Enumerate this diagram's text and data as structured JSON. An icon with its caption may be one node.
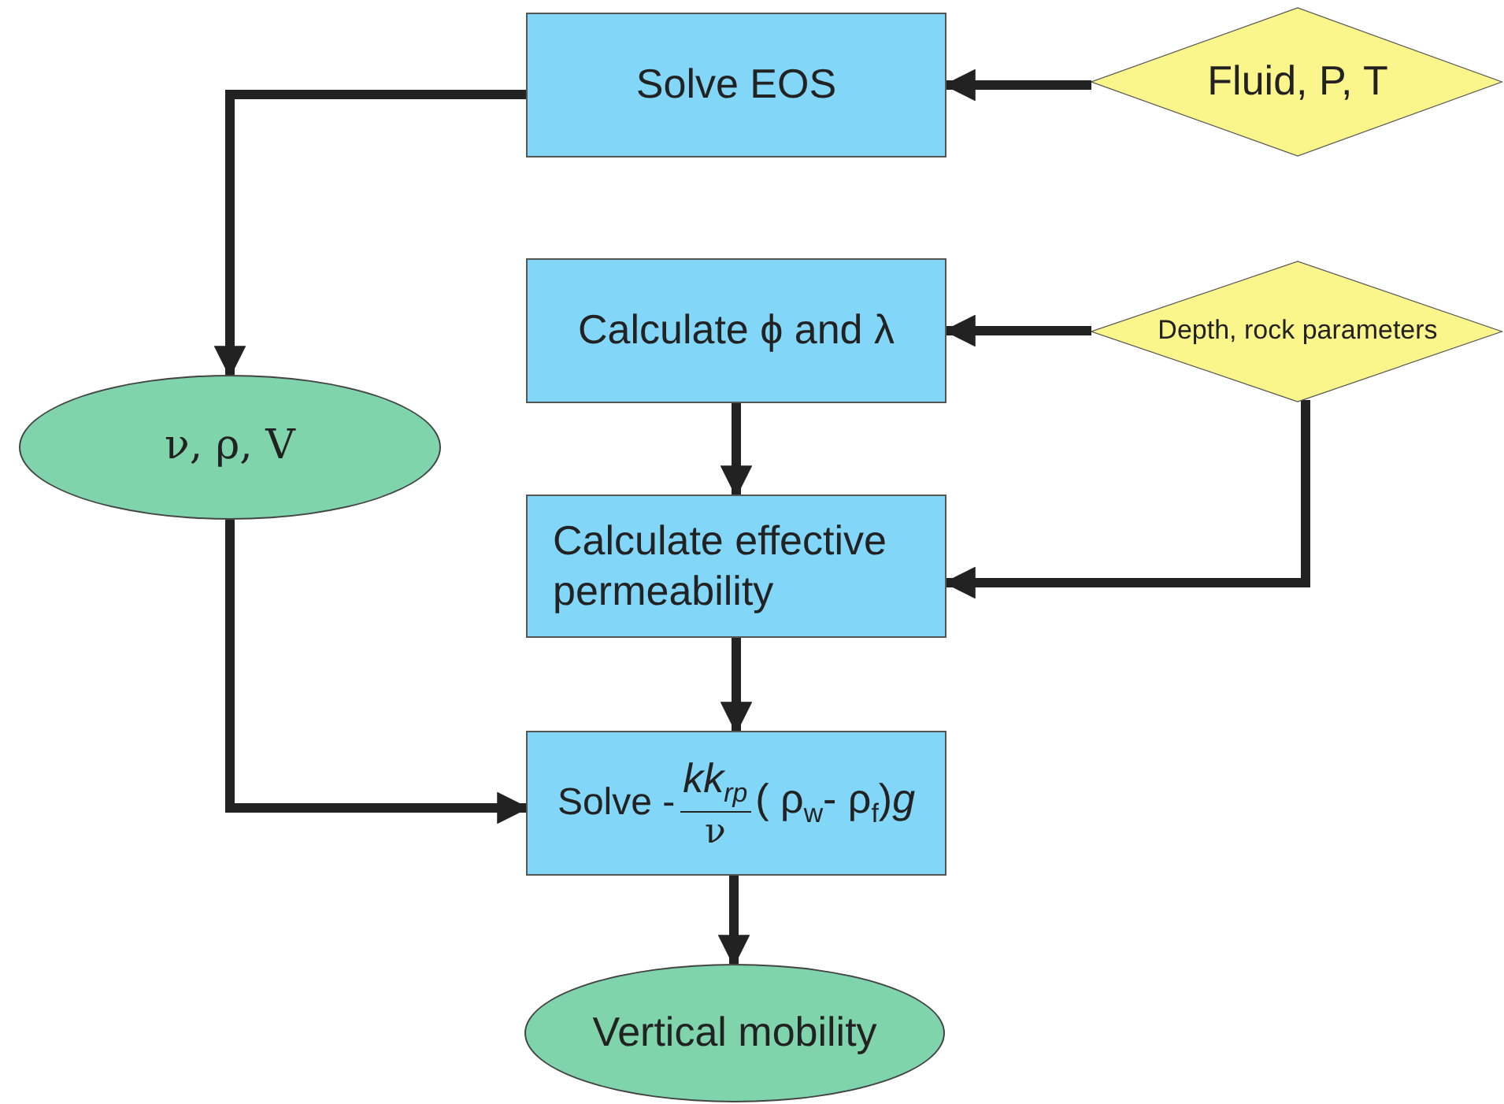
{
  "diagram": {
    "nodes": [
      {
        "text": [
          "Solve EOS"
        ]
      },
      {
        "text": [
          "Fluid, P, T"
        ]
      },
      {
        "text": [
          "ν, ρ, V"
        ]
      },
      {
        "text": [
          "Calculate ϕ and λ"
        ]
      },
      {
        "text": [
          "Depth, rock parameters"
        ]
      },
      {
        "text": [
          "Calculate effective permeability"
        ]
      },
      {
        "text": [
          "Solve -",
          "*kk*$_{rp}$",
          "ν",
          "( ρ$_{w}$- ρ$_{f}$)*g*"
        ]
      },
      {
        "text": [
          "Vertical mobility"
        ]
      }
    ],
    "edges": [
      {
        "from": 1,
        "to": 0,
        "arrow": "to"
      },
      {
        "from": 0,
        "to": 2,
        "arrow": "to"
      },
      {
        "from": 4,
        "to": 3,
        "arrow": "to"
      },
      {
        "from": 3,
        "to": 5,
        "arrow": "to"
      },
      {
        "from": 4,
        "to": 5,
        "arrow": "to"
      },
      {
        "from": 2,
        "to": 6,
        "arrow": "to"
      },
      {
        "from": 5,
        "to": 6,
        "arrow": "to"
      },
      {
        "from": 6,
        "to": 7,
        "arrow": "to"
      }
    ]
  }
}
